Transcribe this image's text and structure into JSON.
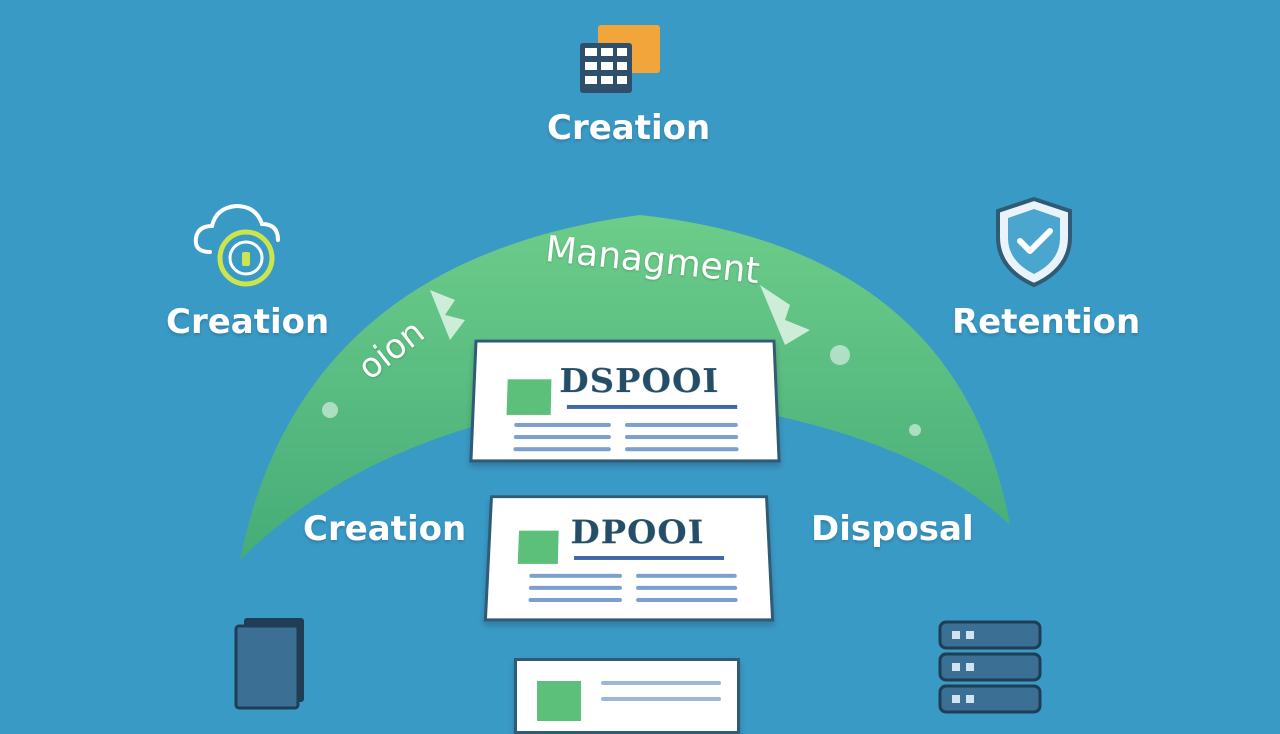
{
  "diagram": {
    "arc_label": "Managment",
    "arc_fragment": "oion",
    "nodes": {
      "top": "Creation",
      "left": "Creation",
      "right": "Retention",
      "lower_left": "Creation",
      "lower_right": "Disposal"
    },
    "cards": {
      "top_title": "DSPOOI",
      "middle_title": "DPOOI"
    },
    "icons": {
      "top": "calculator-folder-icon",
      "left": "cloud-lock-icon",
      "right": "shield-check-icon",
      "bottom_left": "box-icon",
      "bottom_right": "server-stack-icon"
    },
    "colors": {
      "background": "#3a9ac6",
      "arc": "#5cbf7d",
      "text": "#ffffff",
      "card_title": "#244e68"
    }
  }
}
